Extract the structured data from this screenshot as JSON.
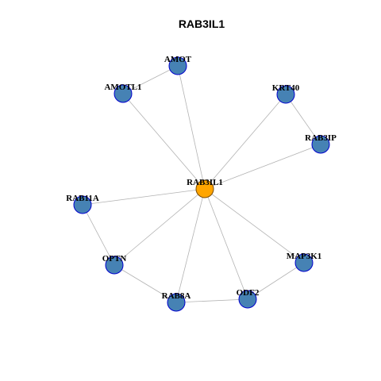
{
  "title": "RAB3IL1",
  "colors": {
    "background": "#ffffff",
    "edge": "#b3b3b3",
    "node_fill": "#4682b4",
    "node_stroke": "#0000cd",
    "center_fill": "#ffa500",
    "center_stroke": "#7a4a00"
  },
  "graph": {
    "center": "RAB3IL1",
    "nodes": [
      {
        "id": "RAB3IL1",
        "label": "RAB3IL1",
        "role": "center"
      },
      {
        "id": "AMOT",
        "label": "AMOT",
        "role": "neighbor"
      },
      {
        "id": "AMOTL1",
        "label": "AMOTL1",
        "role": "neighbor"
      },
      {
        "id": "KRT40",
        "label": "KRT40",
        "role": "neighbor"
      },
      {
        "id": "RAB3IP",
        "label": "RAB3IP",
        "role": "neighbor"
      },
      {
        "id": "RAB11A",
        "label": "RAB11A",
        "role": "neighbor"
      },
      {
        "id": "OPTN",
        "label": "OPTN",
        "role": "neighbor"
      },
      {
        "id": "RAB8A",
        "label": "RAB8A",
        "role": "neighbor"
      },
      {
        "id": "ODF2",
        "label": "ODF2",
        "role": "neighbor"
      },
      {
        "id": "MAP3K1",
        "label": "MAP3K1",
        "role": "neighbor"
      }
    ],
    "edges": [
      [
        "RAB3IL1",
        "AMOT"
      ],
      [
        "RAB3IL1",
        "AMOTL1"
      ],
      [
        "RAB3IL1",
        "KRT40"
      ],
      [
        "RAB3IL1",
        "RAB3IP"
      ],
      [
        "RAB3IL1",
        "RAB11A"
      ],
      [
        "RAB3IL1",
        "OPTN"
      ],
      [
        "RAB3IL1",
        "RAB8A"
      ],
      [
        "RAB3IL1",
        "ODF2"
      ],
      [
        "RAB3IL1",
        "MAP3K1"
      ],
      [
        "AMOT",
        "AMOTL1"
      ],
      [
        "KRT40",
        "RAB3IP"
      ],
      [
        "RAB11A",
        "OPTN"
      ],
      [
        "OPTN",
        "RAB8A"
      ],
      [
        "RAB8A",
        "ODF2"
      ],
      [
        "ODF2",
        "MAP3K1"
      ]
    ]
  }
}
